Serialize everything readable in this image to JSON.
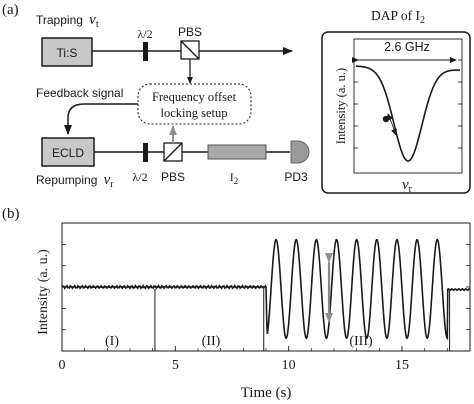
{
  "panel_a": {
    "label": "(a)",
    "trapping_label": "Trapping",
    "trapping_symbol": "v",
    "trapping_sub": "t",
    "tis_label": "Ti:S",
    "half_wave_top": "λ/2",
    "pbs_top": "PBS",
    "feedback_label": "Feedback signal",
    "locking_line1": "Frequency offset",
    "locking_line2": "locking setup",
    "ecld_label": "ECLD",
    "repumping_label": "Repumping",
    "repumping_symbol": "v",
    "repumping_sub": "r",
    "half_wave_bottom": "λ/2",
    "pbs_bottom": "PBS",
    "iodine_label": "I",
    "iodine_sub": "2",
    "pd3_label": "PD3",
    "dap_title": "DAP of I",
    "dap_title_sub": "2",
    "dap_width": "2.6 GHz",
    "dap_ylabel": "Intensity (a. u.)",
    "dap_xsymbol": "v",
    "dap_xsub": "r"
  },
  "panel_b": {
    "label": "(b)",
    "ylabel": "Intensity (a. u.)",
    "xlabel": "Time (s)",
    "region_labels": [
      "(I)",
      "(II)",
      "(III)"
    ]
  },
  "colors": {
    "box_fill": "#c8c8c8",
    "iodine_cell": "#a8a8a8",
    "detector": "#9a9a9a",
    "feedback_arrow": "#909090",
    "line": "#1a1a1a"
  },
  "chart_data": {
    "type": "line",
    "xlabel": "Time (s)",
    "ylabel": "Intensity (a. u.)",
    "xlim": [
      0,
      18
    ],
    "xticks": [
      0,
      5,
      10,
      15
    ],
    "region_boundaries": [
      4.1,
      8.9,
      17.1
    ],
    "baseline_level": 0.5,
    "oscillation_start": 9.0,
    "oscillation_end": 17.0,
    "oscillation_cycles": 9,
    "oscillation_min": 0.1,
    "oscillation_max": 0.87
  }
}
